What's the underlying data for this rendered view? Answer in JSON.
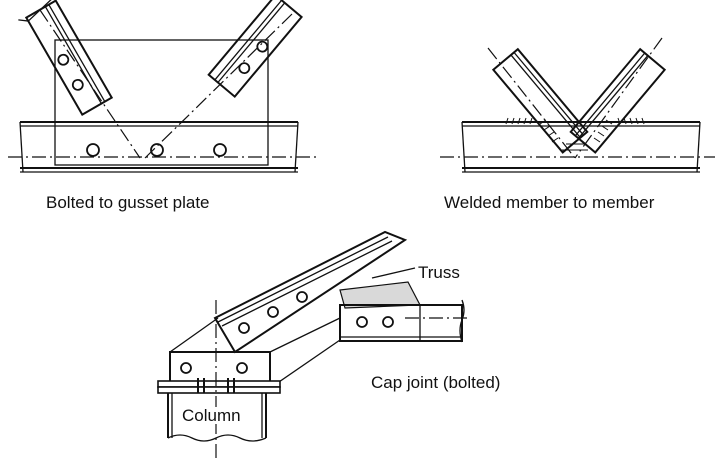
{
  "labels": {
    "bolted": "Bolted to gusset plate",
    "welded": "Welded member to member",
    "truss": "Truss",
    "cap_joint": "Cap joint (bolted)",
    "column": "Column"
  },
  "colors": {
    "ink": "#111111",
    "shade": "#d9d9d9",
    "background": "#ffffff"
  }
}
